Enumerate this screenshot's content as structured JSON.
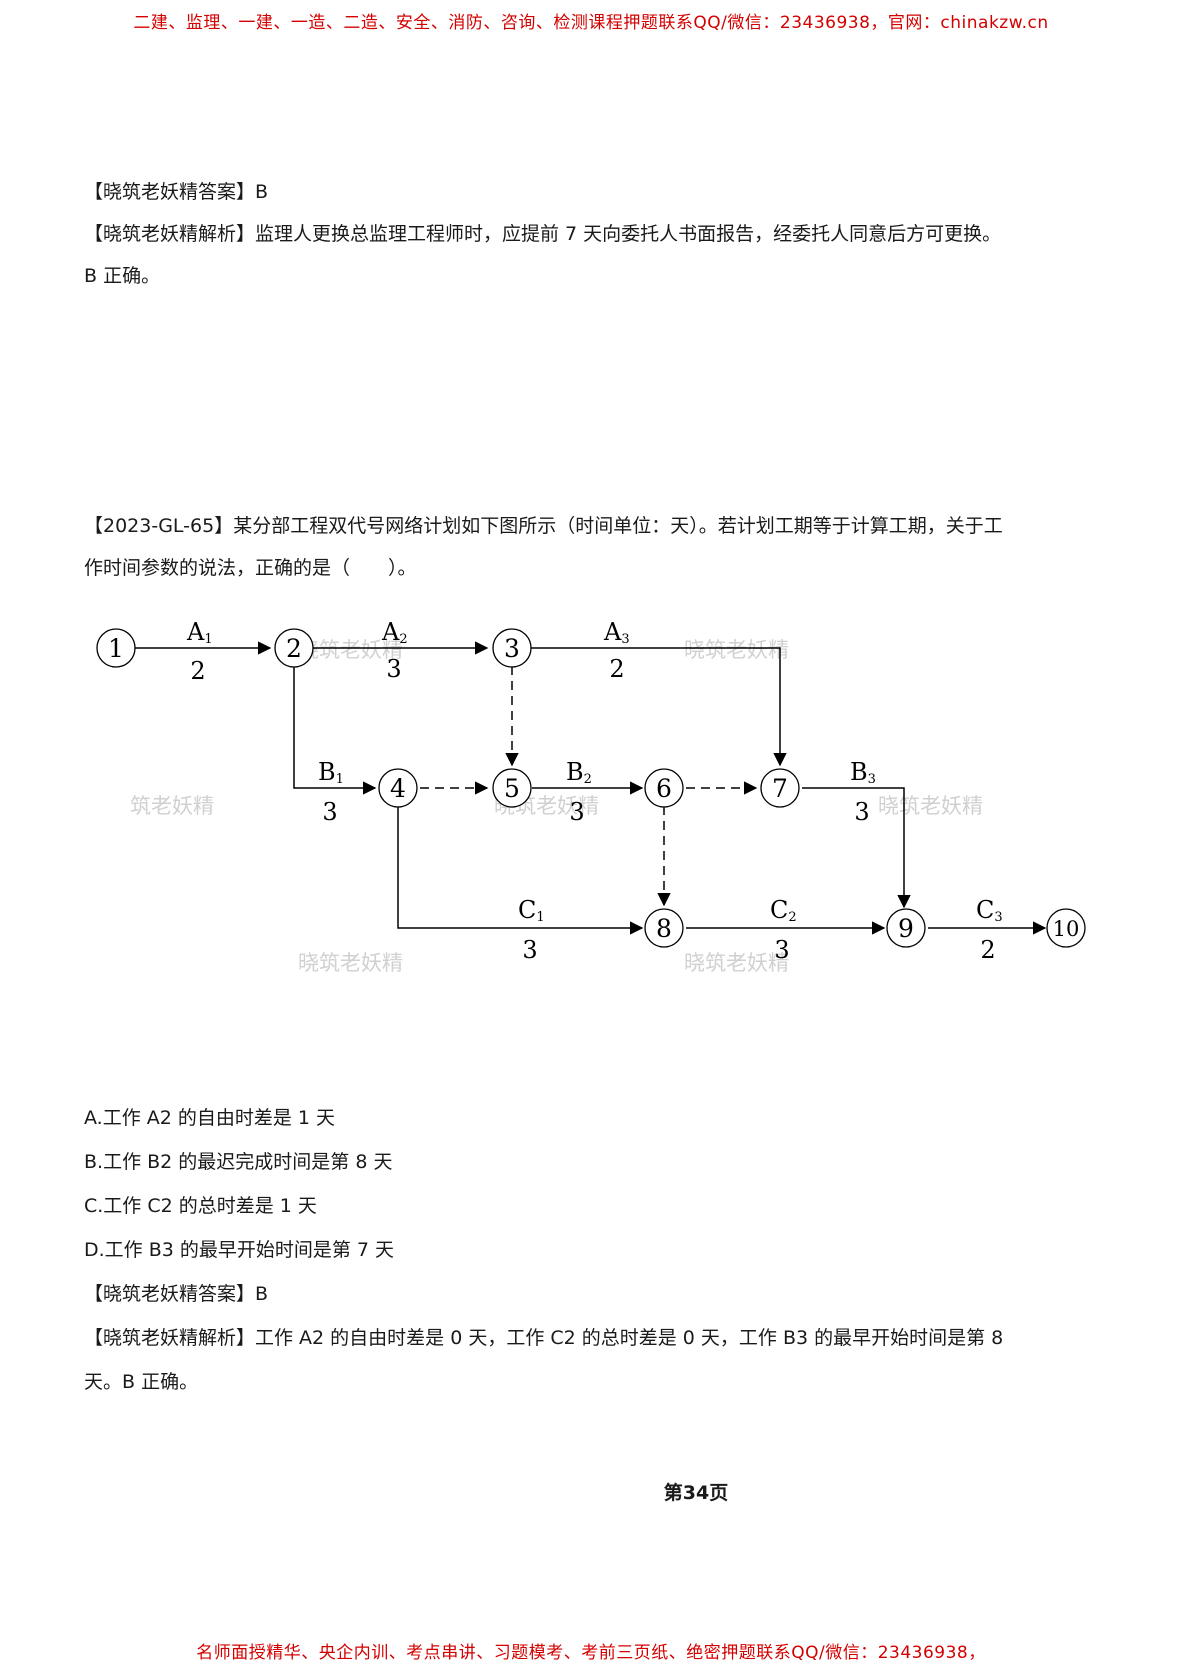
{
  "header": {
    "text": "二建、监理、一建、一造、二造、安全、消防、咨询、检测课程押题联系QQ/微信：23436938，官网：chinakzw.cn"
  },
  "q1": {
    "answer": "【晓筑老妖精答案】B",
    "analysis_line1": "【晓筑老妖精解析】监理人更换总监理工程师时，应提前 7 天向委托人书面报告，经委托人同意后方可更换。",
    "analysis_line2": "B 正确。"
  },
  "q2": {
    "stem_line1": "【2023-GL-65】某分部工程双代号网络计划如下图所示（时间单位：天）。若计划工期等于计算工期，关于工",
    "stem_line2": "作时间参数的说法，正确的是（　　）。",
    "options": [
      "A.工作  A2 的自由时差是  1  天",
      "B.工作  B2 的最迟完成时间是第 8 天",
      "C.工作  C2 的总时差是  1  天",
      "D.工作  B3 的最早开始时间是第 7 天"
    ],
    "answer": "【晓筑老妖精答案】B",
    "analysis_line1": "【晓筑老妖精解析】工作  A2 的自由时差是 0  天，工作  C2 的总时差是  0 天，工作  B3 的最早开始时间是第 8",
    "analysis_line2": "天。B 正确。"
  },
  "network": {
    "nodes": [
      "1",
      "2",
      "3",
      "4",
      "5",
      "6",
      "7",
      "8",
      "9",
      "10"
    ],
    "activities": [
      {
        "id": "A1",
        "name": "A",
        "sub": "1",
        "duration": "2"
      },
      {
        "id": "A2",
        "name": "A",
        "sub": "2",
        "duration": "3"
      },
      {
        "id": "A3",
        "name": "A",
        "sub": "3",
        "duration": "2"
      },
      {
        "id": "B1",
        "name": "B",
        "sub": "1",
        "duration": "3"
      },
      {
        "id": "B2",
        "name": "B",
        "sub": "2",
        "duration": "3"
      },
      {
        "id": "B3",
        "name": "B",
        "sub": "3",
        "duration": "3"
      },
      {
        "id": "C1",
        "name": "C",
        "sub": "1",
        "duration": "3"
      },
      {
        "id": "C2",
        "name": "C",
        "sub": "2",
        "duration": "3"
      },
      {
        "id": "C3",
        "name": "C",
        "sub": "3",
        "duration": "2"
      }
    ],
    "watermark": "晓筑老妖精",
    "watermark_partial": "筑老妖精"
  },
  "page_number": "第34页",
  "footer": {
    "text": "名师面授精华、央企内训、考点串讲、习题模考、考前三页纸、绝密押题联系QQ/微信：23436938，"
  }
}
